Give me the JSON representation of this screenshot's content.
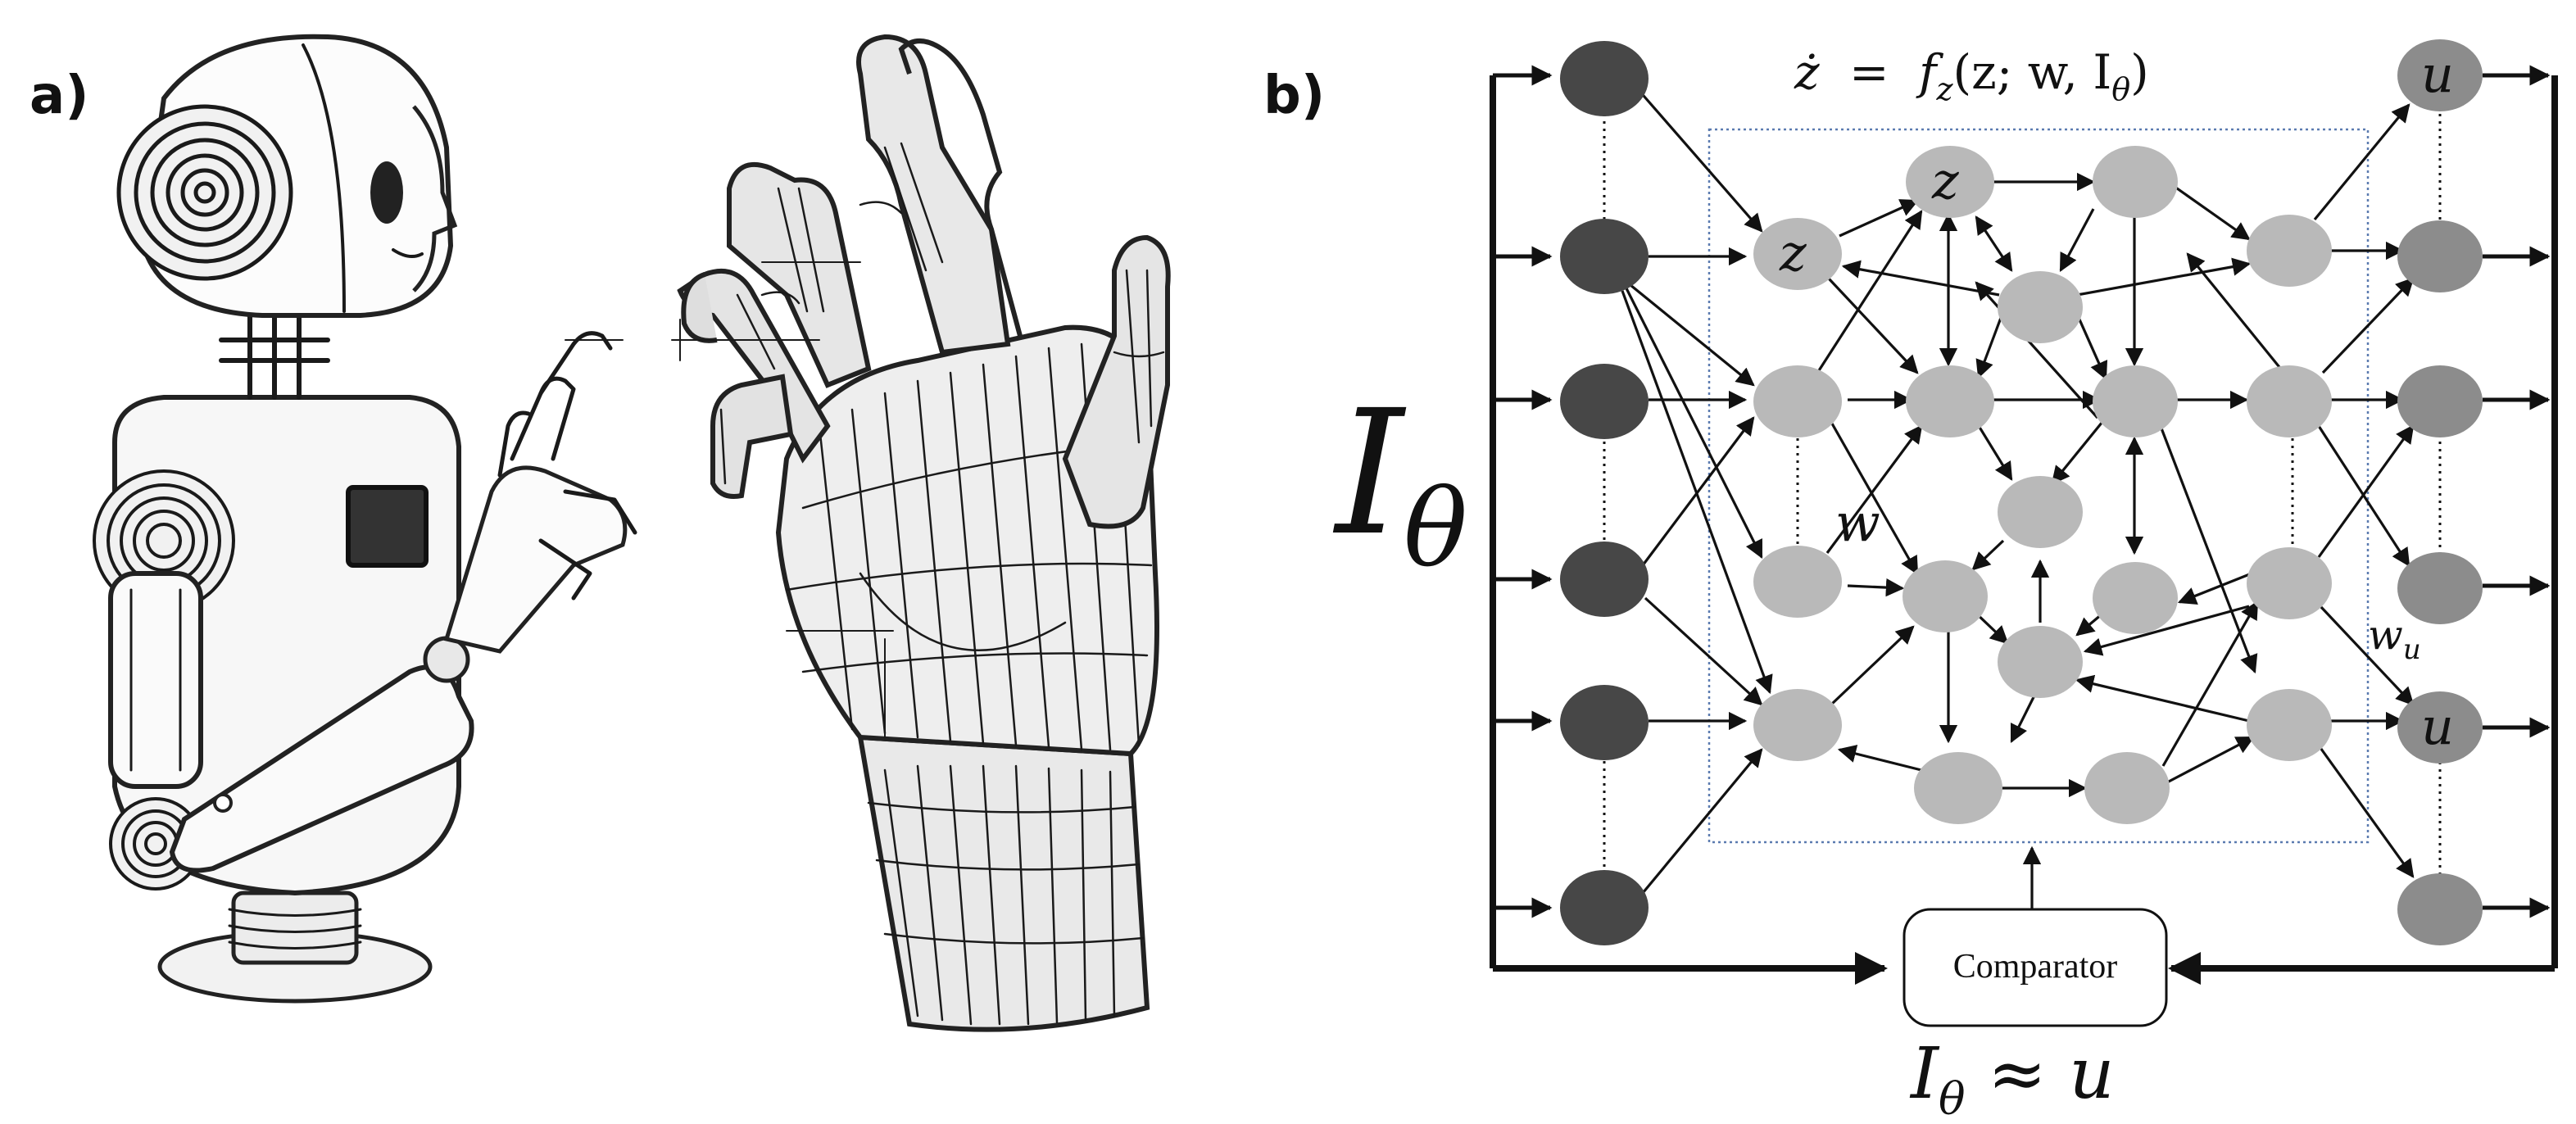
{
  "panels": {
    "a_label": "a)",
    "b_label": "b)"
  },
  "equation": "ż = f_z(z; w, I_θ)",
  "equation_parts": {
    "lhs": "ż",
    "eq": "=",
    "f": "f",
    "f_sub": "z",
    "args": "(z; w, I",
    "args_sub": "θ",
    "close": ")"
  },
  "input_label": {
    "main": "I",
    "sub": "θ"
  },
  "bottom_label": {
    "main": "I",
    "sub": "θ",
    "rest": " ≈ u"
  },
  "comparator_label": "Comparator",
  "node_labels": {
    "z": "z",
    "u": "u",
    "w": "w",
    "wu_main": "w",
    "wu_sub": "u"
  },
  "colors": {
    "input_node": "#474747",
    "hidden_node": "#b9b9b9",
    "output_node": "#8c8c8c",
    "dotted_box": "#5b7bb0",
    "edge": "#111111"
  }
}
